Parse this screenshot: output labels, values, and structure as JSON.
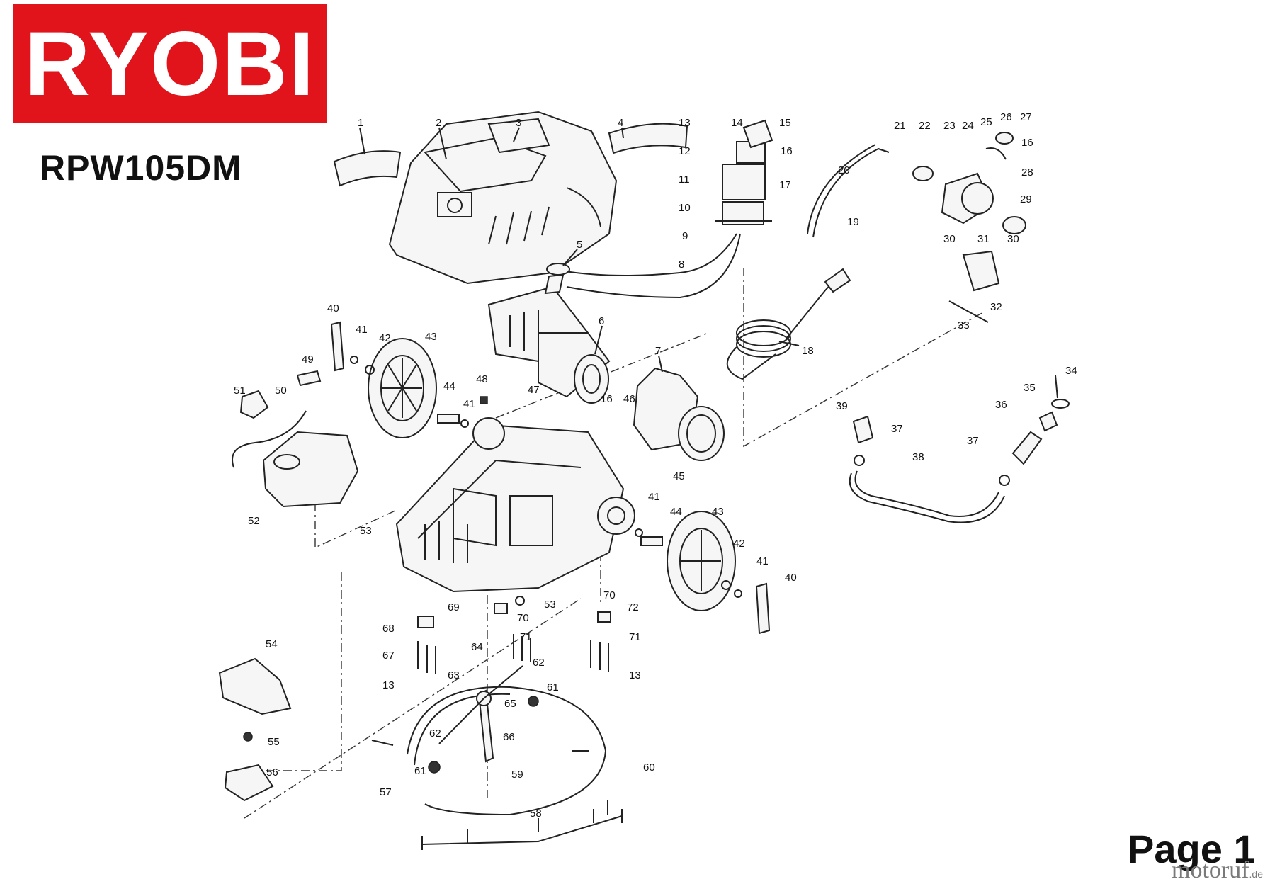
{
  "brand": {
    "logo_text": "RYOBI",
    "logo_bg": "#e2141b",
    "logo_fg": "#ffffff"
  },
  "model": "RPW105DM",
  "page_label": "Page 1",
  "watermark": {
    "name": "motoruf",
    "tld": ".de"
  },
  "callouts": [
    {
      "id": "c1",
      "label": "1"
    },
    {
      "id": "c2",
      "label": "2"
    },
    {
      "id": "c3",
      "label": "3"
    },
    {
      "id": "c4",
      "label": "4"
    },
    {
      "id": "c5",
      "label": "5"
    },
    {
      "id": "c6",
      "label": "6"
    },
    {
      "id": "c7",
      "label": "7"
    },
    {
      "id": "c8",
      "label": "8"
    },
    {
      "id": "c9",
      "label": "9"
    },
    {
      "id": "c10",
      "label": "10"
    },
    {
      "id": "c11",
      "label": "11"
    },
    {
      "id": "c12",
      "label": "12"
    },
    {
      "id": "c13a",
      "label": "13"
    },
    {
      "id": "c14",
      "label": "14"
    },
    {
      "id": "c15",
      "label": "15"
    },
    {
      "id": "c16a",
      "label": "16"
    },
    {
      "id": "c17",
      "label": "17"
    },
    {
      "id": "c18",
      "label": "18"
    },
    {
      "id": "c19",
      "label": "19"
    },
    {
      "id": "c20",
      "label": "20"
    },
    {
      "id": "c21",
      "label": "21"
    },
    {
      "id": "c22",
      "label": "22"
    },
    {
      "id": "c23",
      "label": "23"
    },
    {
      "id": "c24",
      "label": "24"
    },
    {
      "id": "c25",
      "label": "25"
    },
    {
      "id": "c26",
      "label": "26"
    },
    {
      "id": "c27",
      "label": "27"
    },
    {
      "id": "c16b",
      "label": "16"
    },
    {
      "id": "c28",
      "label": "28"
    },
    {
      "id": "c29",
      "label": "29"
    },
    {
      "id": "c30a",
      "label": "30"
    },
    {
      "id": "c31",
      "label": "31"
    },
    {
      "id": "c30b",
      "label": "30"
    },
    {
      "id": "c32",
      "label": "32"
    },
    {
      "id": "c33",
      "label": "33"
    },
    {
      "id": "c34",
      "label": "34"
    },
    {
      "id": "c35",
      "label": "35"
    },
    {
      "id": "c36",
      "label": "36"
    },
    {
      "id": "c37a",
      "label": "37"
    },
    {
      "id": "c37b",
      "label": "37"
    },
    {
      "id": "c38",
      "label": "38"
    },
    {
      "id": "c39",
      "label": "39"
    },
    {
      "id": "c40a",
      "label": "40"
    },
    {
      "id": "c41a",
      "label": "41"
    },
    {
      "id": "c42a",
      "label": "42"
    },
    {
      "id": "c43a",
      "label": "43"
    },
    {
      "id": "c44a",
      "label": "44"
    },
    {
      "id": "c41b",
      "label": "41"
    },
    {
      "id": "c48",
      "label": "48"
    },
    {
      "id": "c47",
      "label": "47"
    },
    {
      "id": "c16c",
      "label": "16"
    },
    {
      "id": "c46",
      "label": "46"
    },
    {
      "id": "c45",
      "label": "45"
    },
    {
      "id": "c49",
      "label": "49"
    },
    {
      "id": "c50",
      "label": "50"
    },
    {
      "id": "c51",
      "label": "51"
    },
    {
      "id": "c52",
      "label": "52"
    },
    {
      "id": "c53a",
      "label": "53"
    },
    {
      "id": "c41c",
      "label": "41"
    },
    {
      "id": "c44b",
      "label": "44"
    },
    {
      "id": "c43b",
      "label": "43"
    },
    {
      "id": "c42b",
      "label": "42"
    },
    {
      "id": "c41d",
      "label": "41"
    },
    {
      "id": "c40b",
      "label": "40"
    },
    {
      "id": "c70a",
      "label": "70"
    },
    {
      "id": "c72",
      "label": "72"
    },
    {
      "id": "c53b",
      "label": "53"
    },
    {
      "id": "c70b",
      "label": "70"
    },
    {
      "id": "c69",
      "label": "69"
    },
    {
      "id": "c68",
      "label": "68"
    },
    {
      "id": "c71a",
      "label": "71"
    },
    {
      "id": "c71b",
      "label": "71"
    },
    {
      "id": "c67",
      "label": "67"
    },
    {
      "id": "c64",
      "label": "64"
    },
    {
      "id": "c62a",
      "label": "62"
    },
    {
      "id": "c13b",
      "label": "13"
    },
    {
      "id": "c13c",
      "label": "13"
    },
    {
      "id": "c63",
      "label": "63"
    },
    {
      "id": "c61a",
      "label": "61"
    },
    {
      "id": "c65",
      "label": "65"
    },
    {
      "id": "c54",
      "label": "54"
    },
    {
      "id": "c62b",
      "label": "62"
    },
    {
      "id": "c66",
      "label": "66"
    },
    {
      "id": "c55",
      "label": "55"
    },
    {
      "id": "c61b",
      "label": "61"
    },
    {
      "id": "c59",
      "label": "59"
    },
    {
      "id": "c60",
      "label": "60"
    },
    {
      "id": "c56",
      "label": "56"
    },
    {
      "id": "c57",
      "label": "57"
    },
    {
      "id": "c58",
      "label": "58"
    }
  ]
}
